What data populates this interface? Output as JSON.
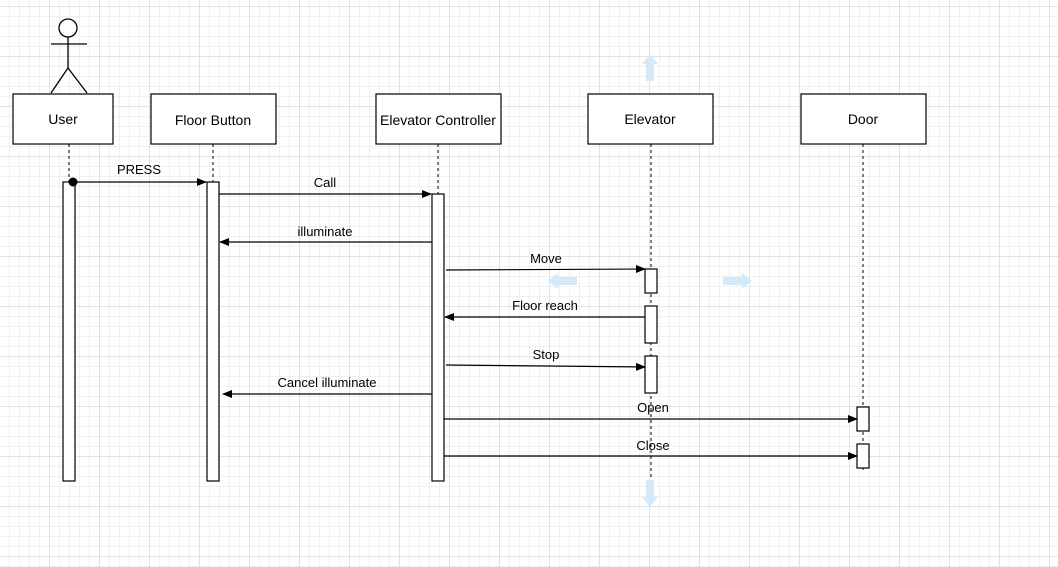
{
  "participants": [
    {
      "id": "user",
      "label": "User",
      "actor": true
    },
    {
      "id": "floor_button",
      "label": "Floor Button"
    },
    {
      "id": "elevator_controller",
      "label": "Elevator Controller"
    },
    {
      "id": "elevator",
      "label": "Elevator"
    },
    {
      "id": "door",
      "label": "Door"
    }
  ],
  "messages": [
    {
      "label": "PRESS",
      "from": "user",
      "to": "floor_button",
      "found": true
    },
    {
      "label": "Call",
      "from": "floor_button",
      "to": "elevator_controller"
    },
    {
      "label": "illuminate",
      "from": "elevator_controller",
      "to": "floor_button"
    },
    {
      "label": "Move",
      "from": "elevator_controller",
      "to": "elevator"
    },
    {
      "label": "Floor reach",
      "from": "elevator",
      "to": "elevator_controller"
    },
    {
      "label": "Stop",
      "from": "elevator_controller",
      "to": "elevator"
    },
    {
      "label": "Cancel illuminate",
      "from": "elevator_controller",
      "to": "floor_button"
    },
    {
      "label": "Open",
      "from": "elevator_controller",
      "to": "door"
    },
    {
      "label": "Close",
      "from": "elevator_controller",
      "to": "door"
    }
  ],
  "colors": {
    "line": "#000000",
    "box_fill": "#ffffff",
    "hover_arrow": "#d4e9f9"
  },
  "icons": [
    "actor-stick-figure-icon",
    "connection-arrow-up-icon",
    "connection-arrow-down-icon",
    "connection-arrow-left-icon",
    "connection-arrow-right-icon"
  ]
}
